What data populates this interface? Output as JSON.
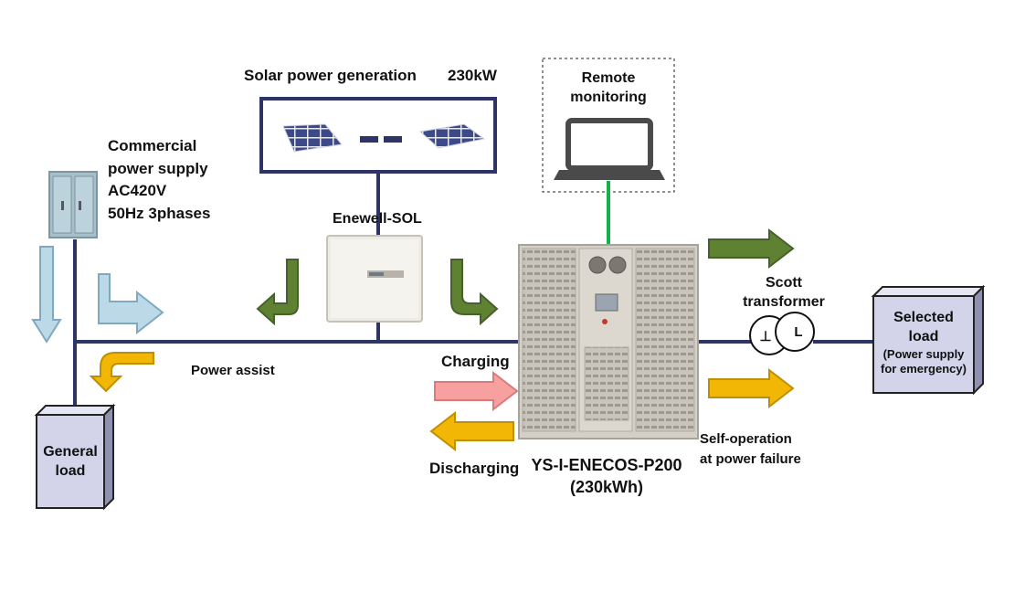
{
  "solar": {
    "title": "Solar power generation",
    "capacity": "230kW"
  },
  "remote": {
    "line1": "Remote",
    "line2": "monitoring"
  },
  "commercial": {
    "lines": [
      "Commercial",
      "power supply",
      "AC420V",
      "50Hz 3phases"
    ]
  },
  "enewell": {
    "label": "Enewell-SOL"
  },
  "power_assist": {
    "label": "Power assist"
  },
  "charging": {
    "label": "Charging"
  },
  "discharging": {
    "label": "Discharging"
  },
  "battery": {
    "model": "YS-I-ENECOS-P200",
    "capacity": "(230kWh)"
  },
  "scott": {
    "line1": "Scott",
    "line2": "transformer",
    "sym_left": "⊥",
    "sym_right": "L"
  },
  "selected_load": {
    "line1": "Selected",
    "line2": "load",
    "note1": "(Power supply",
    "note2": "for emergency)"
  },
  "general_load": {
    "line1": "General",
    "line2": "load"
  },
  "self_operation": {
    "line1": "Self-operation",
    "line2": "at power failure"
  },
  "colors": {
    "line": "#2e3566",
    "green_arrow": "#5e8232",
    "yellow_arrow": "#f2b705",
    "blue_arrow": "#bcd9e8",
    "pink_arrow": "#f6a0a0",
    "monitor_link": "#16b14a",
    "load_box": "#d3d4ea"
  }
}
